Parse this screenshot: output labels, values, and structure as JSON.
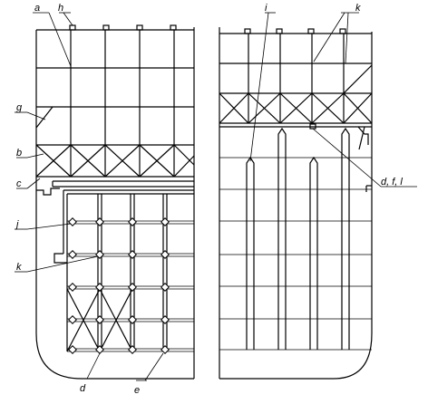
{
  "labels": {
    "a": "a",
    "h": "h",
    "g": "g",
    "b": "b",
    "c": "c",
    "j": "j",
    "k_left": "k",
    "d_bottom": "d",
    "e": "e",
    "i": "i",
    "k_right": "k",
    "dfl": "d, f, l"
  }
}
